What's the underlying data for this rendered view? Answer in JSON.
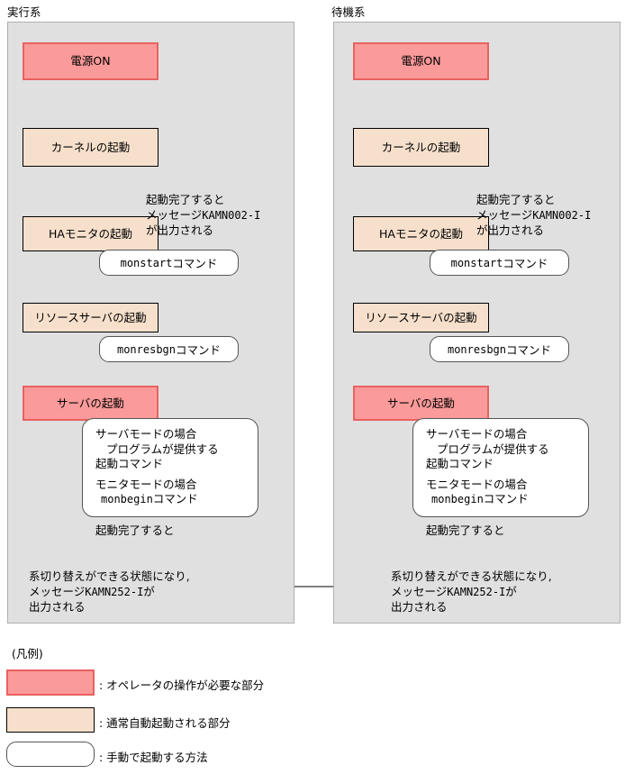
{
  "diagram": {
    "panels": [
      {
        "title": "実行系",
        "steps": [
          {
            "label": "電源ON",
            "type": "manual"
          },
          {
            "label": "カーネルの起動",
            "type": "auto"
          },
          {
            "label": "HAモニタの起動",
            "type": "auto"
          },
          {
            "label": "リソースサーバの起動",
            "type": "auto"
          },
          {
            "label": "サーバの起動",
            "type": "manual"
          }
        ],
        "commands": [
          {
            "mono": "monstart",
            "suffix": "コマンド"
          },
          {
            "mono": "monresbgn",
            "suffix": "コマンド"
          }
        ],
        "server_command_box": {
          "line1": "サーバモードの場合",
          "line2": "プログラムが提供する",
          "line3": "起動コマンド",
          "line4": "モニタモードの場合",
          "line5_mono": "monbegin",
          "line5_suffix": "コマンド"
        },
        "notes": {
          "ha_note_line1": "起動完了すると",
          "ha_note_line2_prefix": "メッセージ",
          "ha_note_line2_mono": "KAMN002-I",
          "ha_note_line3": "が出力される",
          "complete_label": "起動完了すると",
          "final_line1": "系切り替えができる状態になり,",
          "final_line2_prefix": "メッセージ",
          "final_line2_mono": "KAMN252-I",
          "final_line2_suffix": "が",
          "final_line3": "出力される"
        }
      },
      {
        "title": "待機系",
        "steps": [
          {
            "label": "電源ON",
            "type": "manual"
          },
          {
            "label": "カーネルの起動",
            "type": "auto"
          },
          {
            "label": "HAモニタの起動",
            "type": "auto"
          },
          {
            "label": "リソースサーバの起動",
            "type": "auto"
          },
          {
            "label": "サーバの起動",
            "type": "manual"
          }
        ],
        "commands": [
          {
            "mono": "monstart",
            "suffix": "コマンド"
          },
          {
            "mono": "monresbgn",
            "suffix": "コマンド"
          }
        ],
        "server_command_box": {
          "line1": "サーバモードの場合",
          "line2": "プログラムが提供する",
          "line3": "起動コマンド",
          "line4": "モニタモードの場合",
          "line5_mono": "monbegin",
          "line5_suffix": "コマンド"
        },
        "notes": {
          "ha_note_line1": "起動完了すると",
          "ha_note_line2_prefix": "メッセージ",
          "ha_note_line2_mono": "KAMN002-I",
          "ha_note_line3": "が出力される",
          "complete_label": "起動完了すると",
          "final_line1": "系切り替えができる状態になり,",
          "final_line2_prefix": "メッセージ",
          "final_line2_mono": "KAMN252-I",
          "final_line2_suffix": "が",
          "final_line3": "出力される"
        }
      }
    ]
  },
  "legend": {
    "title": "(凡例)",
    "items": [
      {
        "swatch": "manual",
        "text": ": オペレータの操作が必要な部分"
      },
      {
        "swatch": "auto",
        "text": ": 通常自動起動される部分"
      },
      {
        "swatch": "cmd",
        "text": ": 手動で起動する方法"
      }
    ]
  },
  "colors": {
    "manual_fill": "#fb9a9a",
    "manual_border": "#e8625f",
    "auto_fill": "#f6e0cc",
    "auto_border": "#000000",
    "panel_fill": "#e0e0e0",
    "panel_border": "#b0b0b0",
    "command_fill": "#ffffff",
    "command_border": "#555555",
    "text": "#000000"
  }
}
